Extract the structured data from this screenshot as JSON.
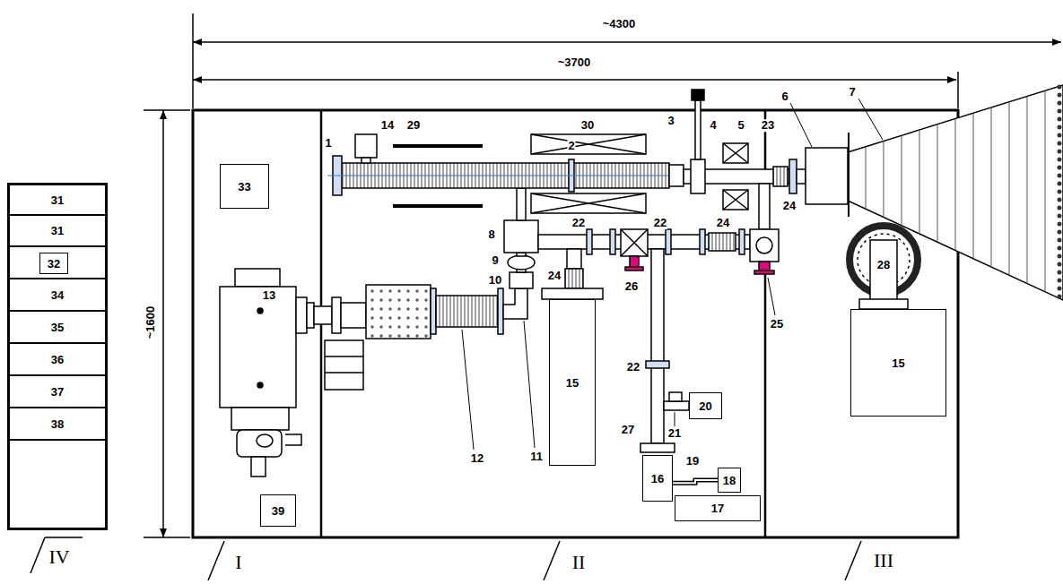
{
  "diagram": {
    "nodes": [
      {
        "text": [
          "IV"
        ]
      },
      {
        "text": [
          "31"
        ],
        "in": 0
      },
      {
        "text": [
          "31"
        ],
        "in": 0
      },
      {
        "text": [
          "32"
        ],
        "in": 0
      },
      {
        "text": [
          "34"
        ],
        "in": 0
      },
      {
        "text": [
          "35"
        ],
        "in": 0
      },
      {
        "text": [
          "36"
        ],
        "in": 0
      },
      {
        "text": [
          "37"
        ],
        "in": 0
      },
      {
        "text": [
          "38"
        ],
        "in": 0
      },
      {
        "text": [
          "I"
        ]
      },
      {
        "text": [
          "33"
        ],
        "in": 9
      },
      {
        "text": [
          "39"
        ],
        "in": 9
      },
      {
        "text": [
          "II"
        ]
      },
      {
        "text": [
          "15"
        ],
        "in": 12
      },
      {
        "text": [
          "20"
        ],
        "in": 12
      },
      {
        "text": [
          "16"
        ],
        "in": 12
      },
      {
        "text": [
          "18"
        ],
        "in": 12
      },
      {
        "text": [
          "17"
        ],
        "in": 12
      },
      {
        "text": [
          "III"
        ]
      },
      {
        "text": [
          "15"
        ],
        "in": 18
      }
    ],
    "edges": [
      {
        "from": 15,
        "to": 16,
        "arrow": "none"
      }
    ],
    "labels": [
      "~4300",
      "~3700",
      "~1600",
      "1",
      "2",
      "3",
      "4",
      "5",
      "6",
      "7",
      "8",
      "9",
      "10",
      "11",
      "12",
      "13",
      "14",
      "19",
      "21",
      "22",
      "22",
      "22",
      "23",
      "24",
      "24",
      "24",
      "25",
      "26",
      "27",
      "28",
      "29",
      "30"
    ]
  }
}
